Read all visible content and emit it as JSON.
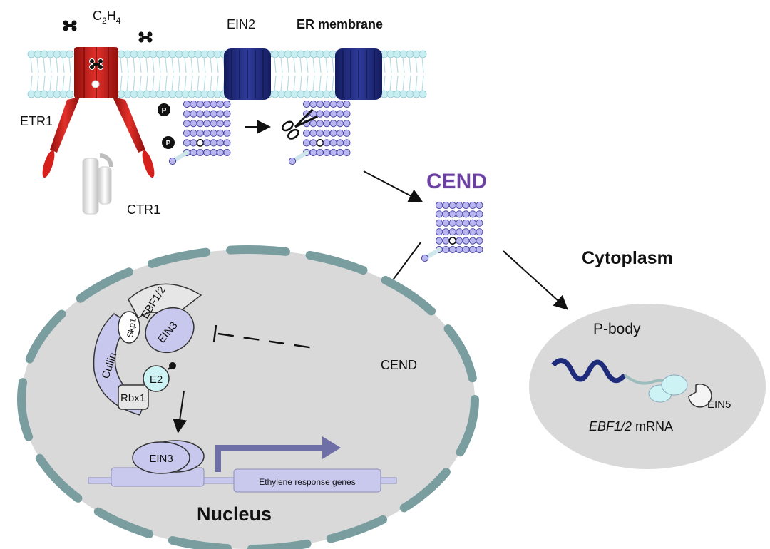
{
  "labels": {
    "ethylene": "C2H4",
    "ethylene_base": "C",
    "ethylene_sub1": "2",
    "ethylene_h": "H",
    "ethylene_sub2": "4",
    "ein2": "EIN2",
    "er_membrane": "ER membrane",
    "etr1": "ETR1",
    "ctr1": "CTR1",
    "phospho": "P",
    "cend_main": "CEND",
    "cytoplasm": "Cytoplasm",
    "nucleus": "Nucleus",
    "ebf12": "EBF1/2",
    "skp1": "Skp1",
    "ein3_complex": "EIN3",
    "cullin": "Cullin",
    "e2": "E2",
    "rbx1": "Rbx1",
    "cend_nucleus": "CEND",
    "ein3_dna": "EIN3",
    "ethylene_genes": "Ethylene response genes",
    "pbody": "P-body",
    "ein5": "EIN5",
    "mrna_gene": "EBF1/2",
    "mrna_suffix": " mRNA"
  },
  "colors": {
    "membrane_head": "#c9eef2",
    "membrane_head_stroke": "#8fc8cf",
    "etr1_red": "#d6201b",
    "ein2_blue": "#1f2a7a",
    "bead_fill": "#b9b6f0",
    "bead_stroke": "#4d48a8",
    "cend_text": "#6a3fa0",
    "nucleus_fill": "#d9d9d9",
    "nucleus_dash": "#7a9da0",
    "protein_fill": "#c8c8ee",
    "e2_fill": "#cdf3f5",
    "dna_fill": "#c9c9ee",
    "arrow_promoter": "#6f6fa8",
    "mrna_dark": "#1e2b7a"
  }
}
